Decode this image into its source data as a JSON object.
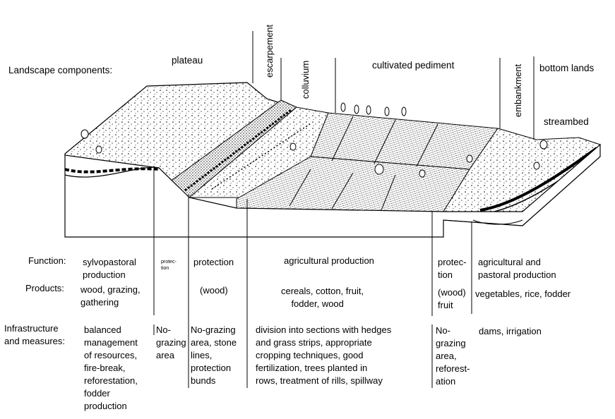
{
  "landscape_label": "Landscape components:",
  "components": {
    "plateau": "plateau",
    "escarpement": "escarpement",
    "colluvium": "colluvium",
    "cultivated_pediment": "cultivated pediment",
    "embankment": "embankment",
    "bottom_lands": "bottom lands",
    "streambed": "streambed"
  },
  "row_labels": {
    "function": "Function:",
    "products": "Products:",
    "infrastructure": "Infrastructure\nand measures:"
  },
  "columns": [
    {
      "function": "sylvopastoral\nproduction",
      "products": "wood, grazing,\ngathering",
      "infrastructure": "balanced\nmanagement\nof resources,\nfire-break,\nreforestation,\nfodder\nproduction"
    },
    {
      "function": "protec-\ntion",
      "products": "",
      "infrastructure": "No-\ngrazing\narea"
    },
    {
      "function": "protection",
      "products": "(wood)",
      "infrastructure": "No-grazing\narea, stone\nlines,\nprotection\nbunds"
    },
    {
      "function": "agricultural production",
      "products": "cereals, cotton, fruit,\n    fodder, wood",
      "infrastructure": "division into sections with hedges\nand grass strips, appropriate\ncropping techniques, good\nfertilization, trees planted in\nrows, treatment of rills, spillway"
    },
    {
      "function": "protec-\ntion",
      "products": "(wood)\nfruit",
      "infrastructure": "No-\ngrazing\narea,\nreforest-\nation"
    },
    {
      "function": "agricultural and\npastoral production",
      "products": "vegetables, rice, fodder",
      "infrastructure": "dams, irrigation"
    }
  ]
}
